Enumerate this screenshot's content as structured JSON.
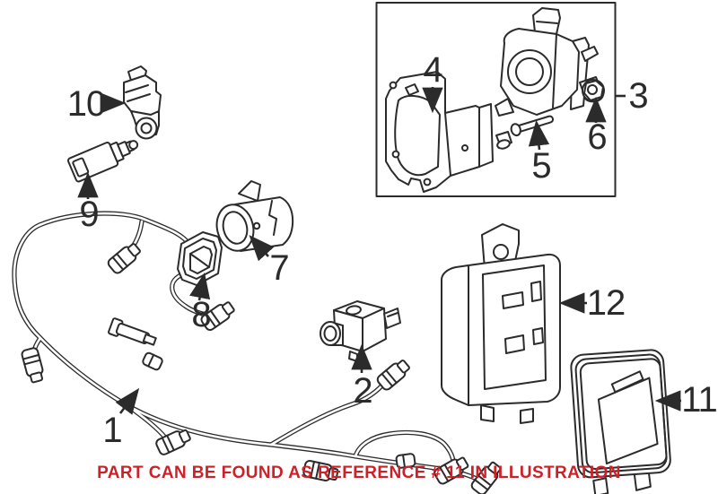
{
  "page": {
    "type": "auto-parts-illustration",
    "background": "#ffffff",
    "ink_color": "#2b2b2b",
    "notice": {
      "text": "PART CAN BE FOUND AS REFERENCE # 11 IN ILLUSTRATION",
      "color": "#cc2128"
    },
    "callouts": [
      {
        "ref": "1"
      },
      {
        "ref": "2"
      },
      {
        "ref": "3"
      },
      {
        "ref": "4"
      },
      {
        "ref": "5"
      },
      {
        "ref": "6"
      },
      {
        "ref": "7"
      },
      {
        "ref": "8"
      },
      {
        "ref": "9"
      },
      {
        "ref": "10"
      },
      {
        "ref": "11"
      },
      {
        "ref": "12"
      }
    ]
  }
}
